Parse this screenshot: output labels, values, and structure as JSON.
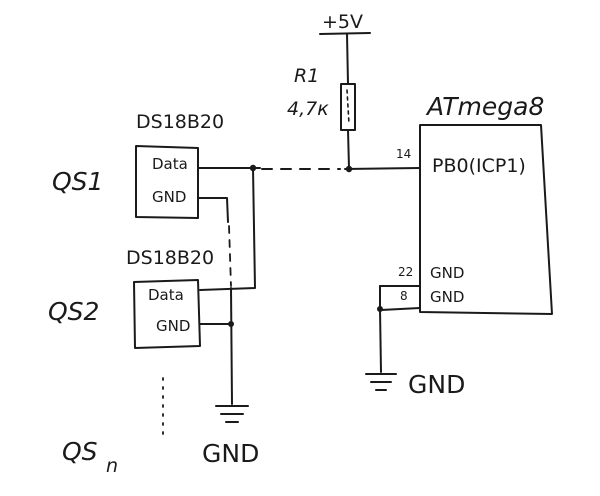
{
  "supply": {
    "label": "+5V"
  },
  "resistor": {
    "designator": "R1",
    "value": "4,7к"
  },
  "mcu": {
    "name": "ATmega8",
    "pin_pb0": {
      "number": "14",
      "label": "PB0(ICP1)"
    },
    "pin_gnd_a": {
      "number": "22",
      "label": "GND"
    },
    "pin_gnd_b": {
      "number": "8",
      "label": "GND"
    },
    "ground_label": "GND"
  },
  "sensors": [
    {
      "designator": "QS1",
      "part": "DS18B20",
      "pin_data": "Data",
      "pin_gnd": "GND"
    },
    {
      "designator": "QS2",
      "part": "DS18B20",
      "pin_data": "Data",
      "pin_gnd": "GND"
    }
  ],
  "sensor_n": {
    "prefix": "QS",
    "subscript": "n"
  },
  "bus_ground_label": "GND"
}
